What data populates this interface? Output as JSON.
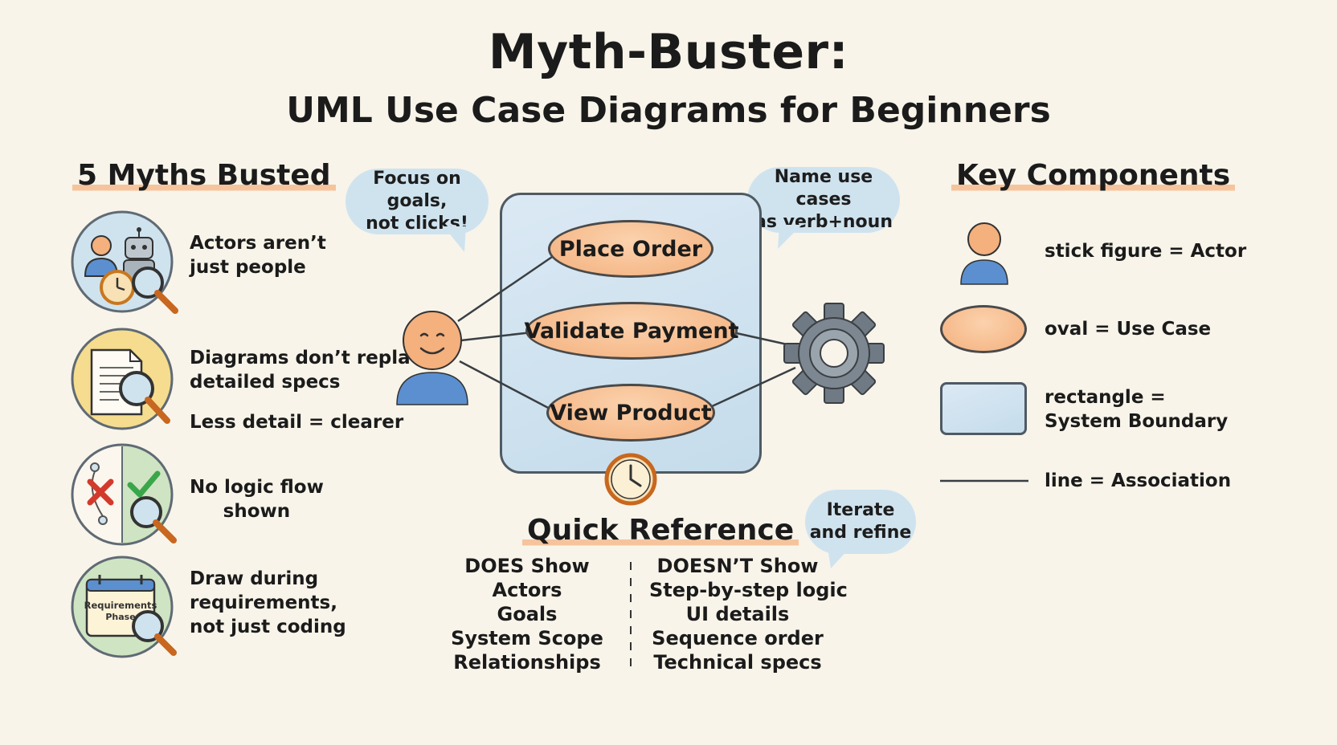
{
  "title": "Myth-Buster:",
  "subtitle": "UML Use Case Diagrams for Beginners",
  "myths": {
    "heading": "5 Myths Busted",
    "items": [
      {
        "text": "Actors aren’t\njust people",
        "icon": "person-robot-clock-magnifier-icon"
      },
      {
        "text": "Diagrams don’t replace\ndetailed specs",
        "icon": "document-magnifier-icon"
      },
      {
        "text": "Less detail = clearer"
      },
      {
        "text": "No logic flow\nshown",
        "icon": "flow-check-cross-icon"
      },
      {
        "text": "Draw during\nrequirements,\nnot just coding",
        "icon": "calendar-requirements-icon",
        "calendar_label": "Requirements\nPhase"
      }
    ]
  },
  "bubbles": {
    "goals": "Focus on goals,\nnot clicks!",
    "naming": "Name use cases\nas verb+noun",
    "iterate": "Iterate\nand refine"
  },
  "diagram": {
    "use_cases": [
      "Place Order",
      "Validate Payment",
      "View Product"
    ],
    "actor_icon": "smiling-actor-icon",
    "system_actor_icon": "gear-icon",
    "time_icon": "clock-icon"
  },
  "quick_reference": {
    "heading": "Quick Reference",
    "does_title": "DOES Show",
    "does_items": [
      "Actors",
      "Goals",
      "System Scope",
      "Relationships"
    ],
    "doesnt_title": "DOESN’T Show",
    "doesnt_items": [
      "Step-by-step logic",
      "UI details",
      "Sequence order",
      "Technical specs"
    ]
  },
  "key_components": {
    "heading": "Key Components",
    "items": [
      {
        "symbol": "stick-figure",
        "label": "stick figure = Actor"
      },
      {
        "symbol": "oval",
        "label": "oval = Use Case"
      },
      {
        "symbol": "rectangle",
        "label": "rectangle =\nSystem Boundary"
      },
      {
        "symbol": "line",
        "label": "line = Association"
      }
    ]
  },
  "colors": {
    "background": "#f8f4ea",
    "accent_orange": "#f4b07d",
    "accent_blue": "#cfe3ef",
    "actor_blue": "#5b8fd0",
    "check_green": "#3aa64a",
    "cross_red": "#d33a2c"
  }
}
